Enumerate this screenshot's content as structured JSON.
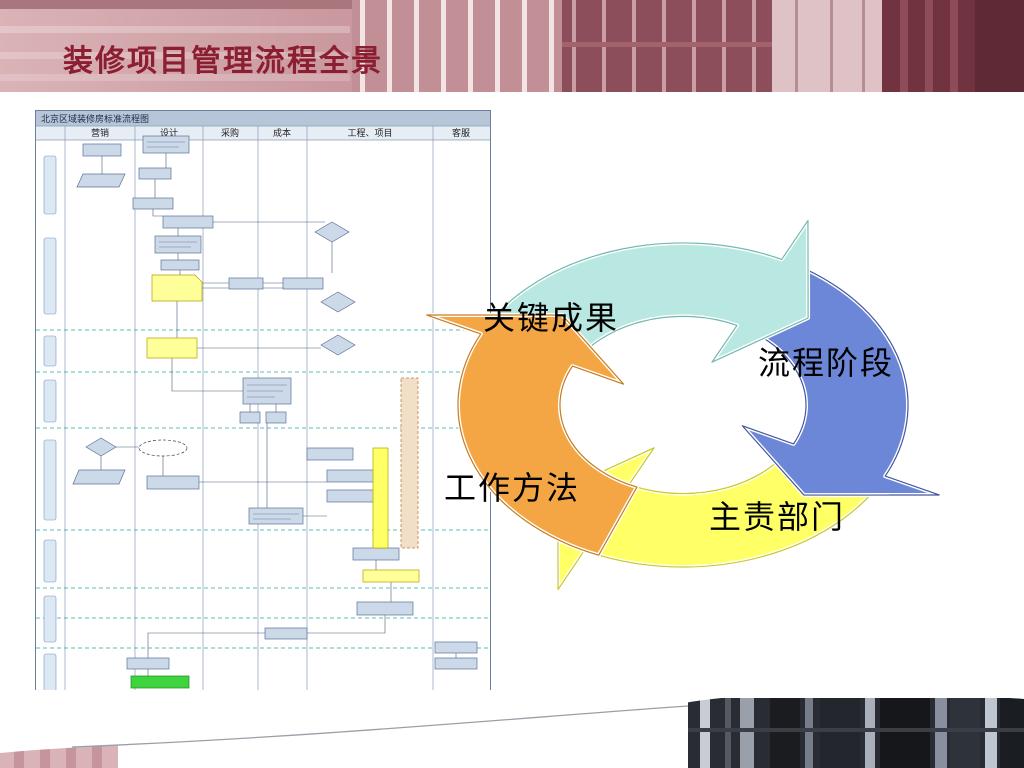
{
  "slide": {
    "title": "装修项目管理流程全景"
  },
  "flowchart": {
    "title": "北京区域装修房标准流程图",
    "columns": [
      "营销",
      "设计",
      "采购",
      "成本",
      "工程、项目",
      "客服"
    ]
  },
  "cycle": {
    "labels": {
      "key_results": "关键成果",
      "process_stages": "流程阶段",
      "responsible_depts": "主责部门",
      "work_methods": "工作方法"
    },
    "colors": {
      "key_results": "#b9e8e2",
      "process_stages": "#6d87d8",
      "responsible_depts": "#ffff66",
      "work_methods": "#f4a645"
    }
  }
}
